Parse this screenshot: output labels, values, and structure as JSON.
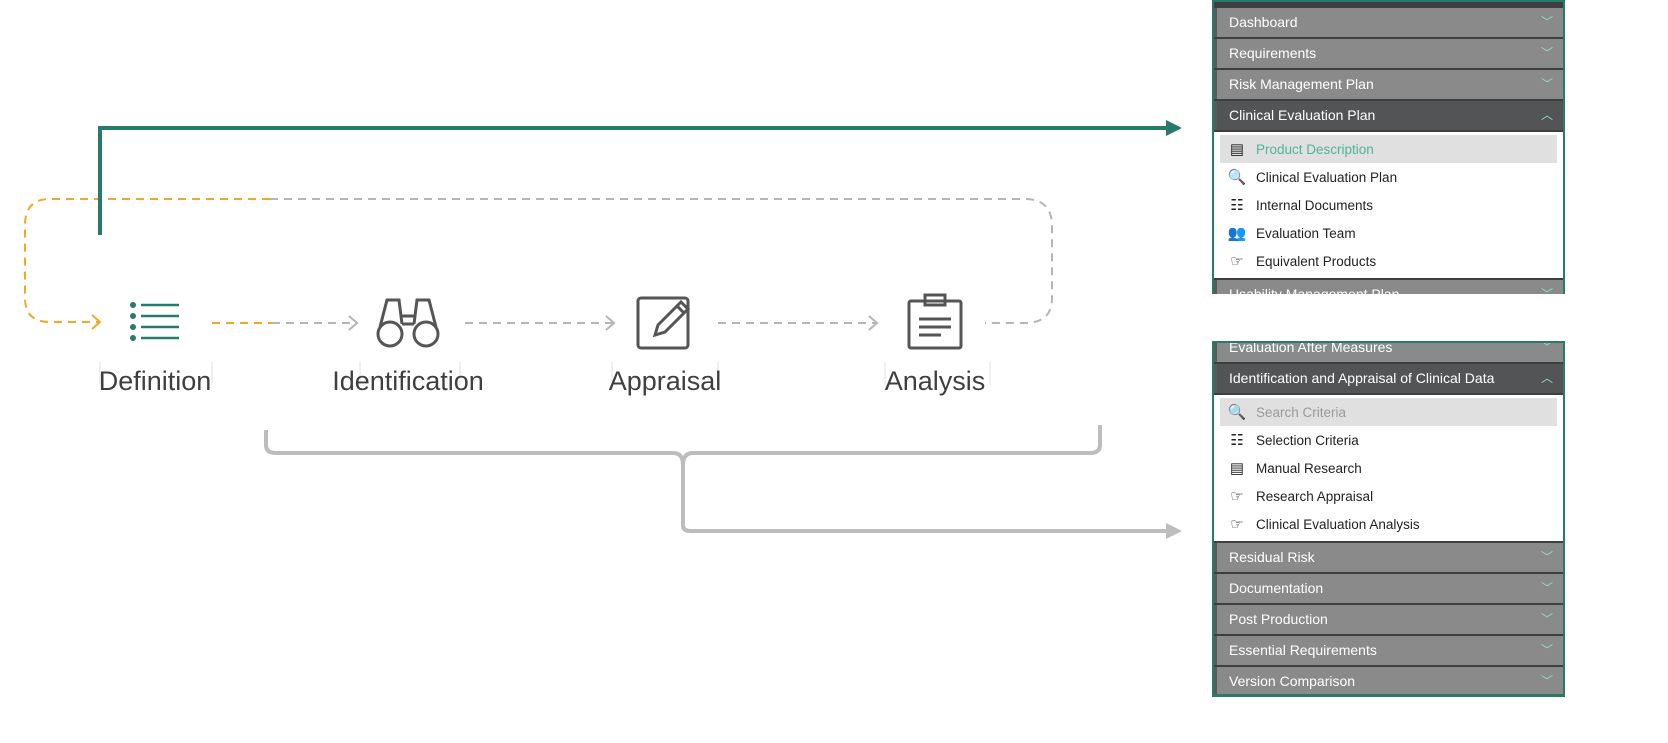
{
  "flow": {
    "steps": [
      {
        "label": "Definition",
        "icon": "list-icon"
      },
      {
        "label": "Identification",
        "icon": "binoculars-icon"
      },
      {
        "label": "Appraisal",
        "icon": "edit-icon"
      },
      {
        "label": "Analysis",
        "icon": "clipboard-icon"
      }
    ],
    "colors": {
      "teal": "#2a7a6c",
      "orange": "#f5a623",
      "grey": "#b5b5b5"
    }
  },
  "panel_top": {
    "headers": [
      "Dashboard",
      "Requirements",
      "Risk Management Plan"
    ],
    "open_header": "Clinical Evaluation Plan",
    "items": [
      {
        "label": "Product Description",
        "icon": "product-description-icon",
        "selected": true
      },
      {
        "label": "Clinical Evaluation Plan",
        "icon": "search-list-icon"
      },
      {
        "label": "Internal Documents",
        "icon": "checklist-icon"
      },
      {
        "label": "Evaluation Team",
        "icon": "team-icon"
      },
      {
        "label": "Equivalent Products",
        "icon": "document-hand-icon"
      }
    ],
    "cut_header": "Usability Management Plan"
  },
  "panel_bottom": {
    "cut_header": "Evaluation After Measures",
    "open_header": "Identification and Appraisal of Clinical Data",
    "items": [
      {
        "label": "Search Criteria",
        "icon": "search-list-icon",
        "selected": true
      },
      {
        "label": "Selection Criteria",
        "icon": "checklist-icon"
      },
      {
        "label": "Manual Research",
        "icon": "product-description-icon"
      },
      {
        "label": "Research Appraisal",
        "icon": "document-hand-icon"
      },
      {
        "label": "Clinical Evaluation Analysis",
        "icon": "document-hand-icon"
      }
    ],
    "headers": [
      "Residual Risk",
      "Documentation",
      "Post Production",
      "Essential Requirements",
      "Version Comparison"
    ]
  }
}
